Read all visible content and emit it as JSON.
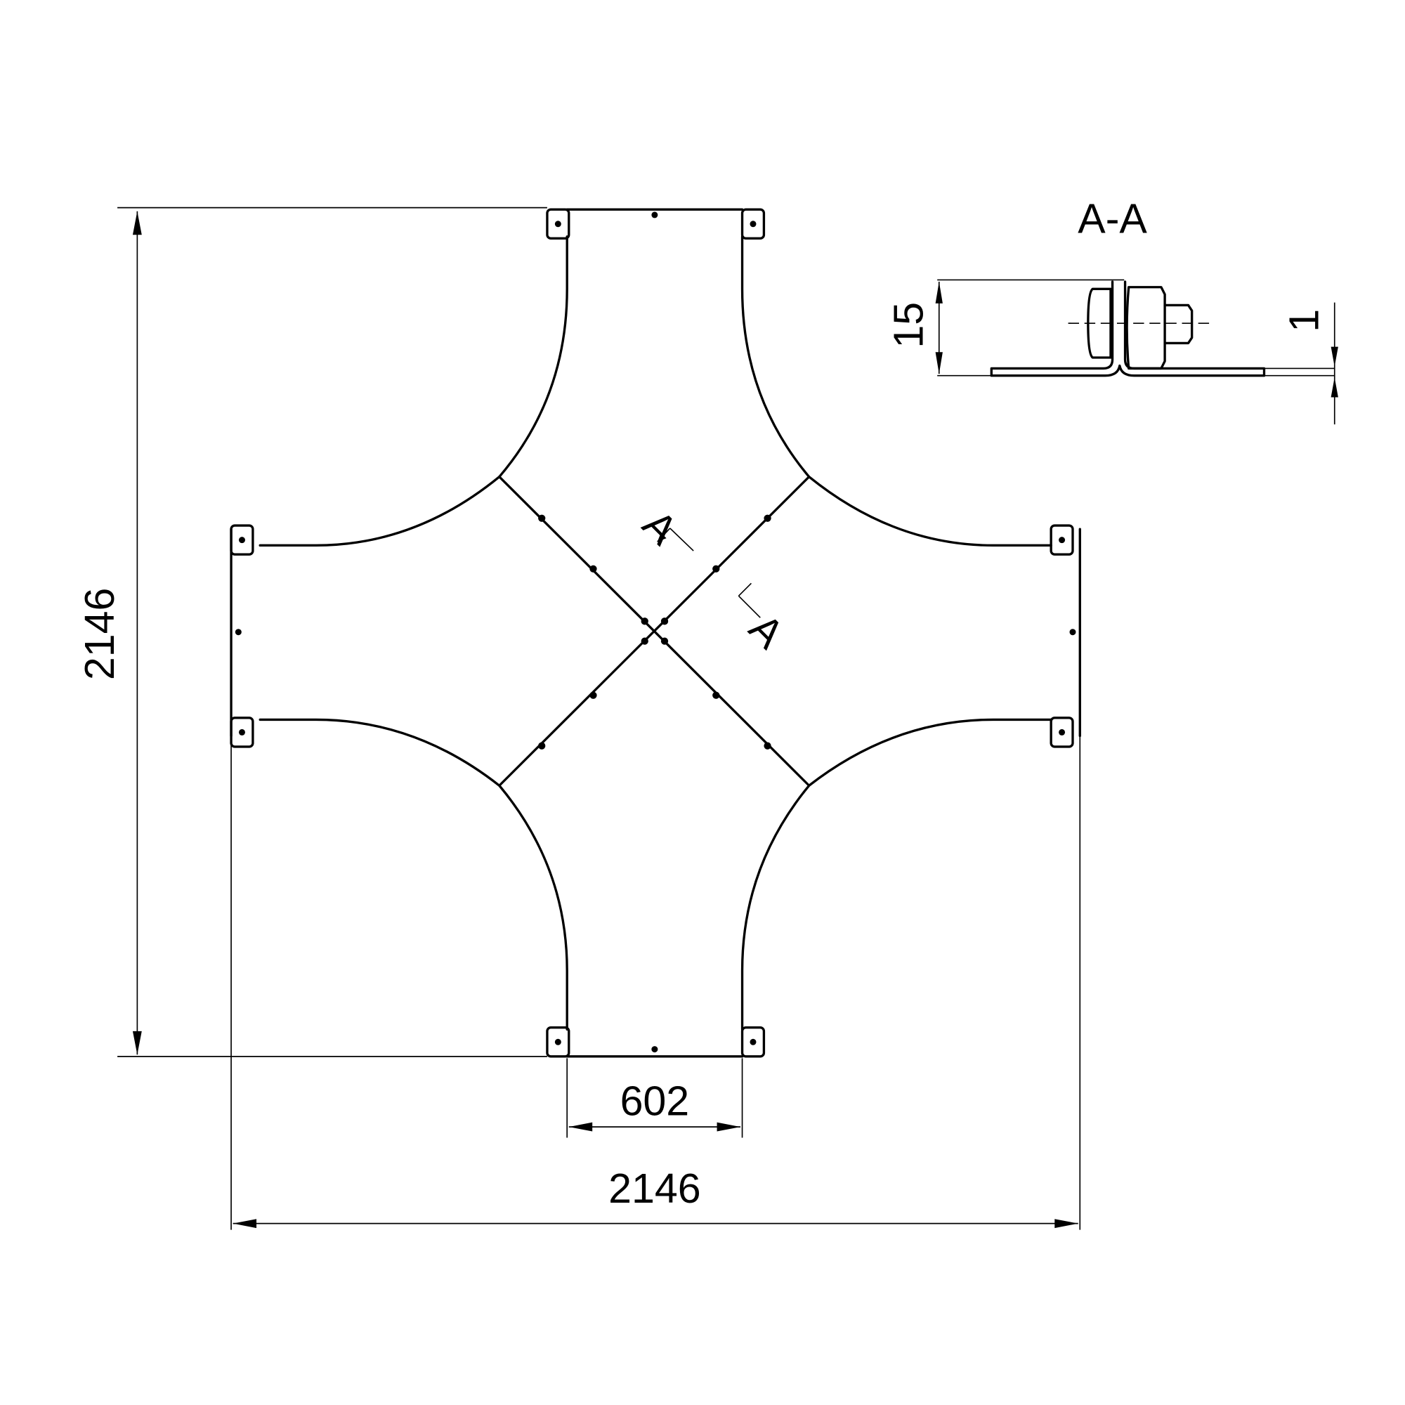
{
  "section_title": "A-A",
  "section_marks": [
    "A",
    "A"
  ],
  "dimensions": {
    "overall_height": "2146",
    "overall_width": "2146",
    "arm_width": "602",
    "section_height": "15",
    "sheet_thickness": "1"
  },
  "colors": {
    "line": "#000000",
    "background": "#ffffff"
  }
}
